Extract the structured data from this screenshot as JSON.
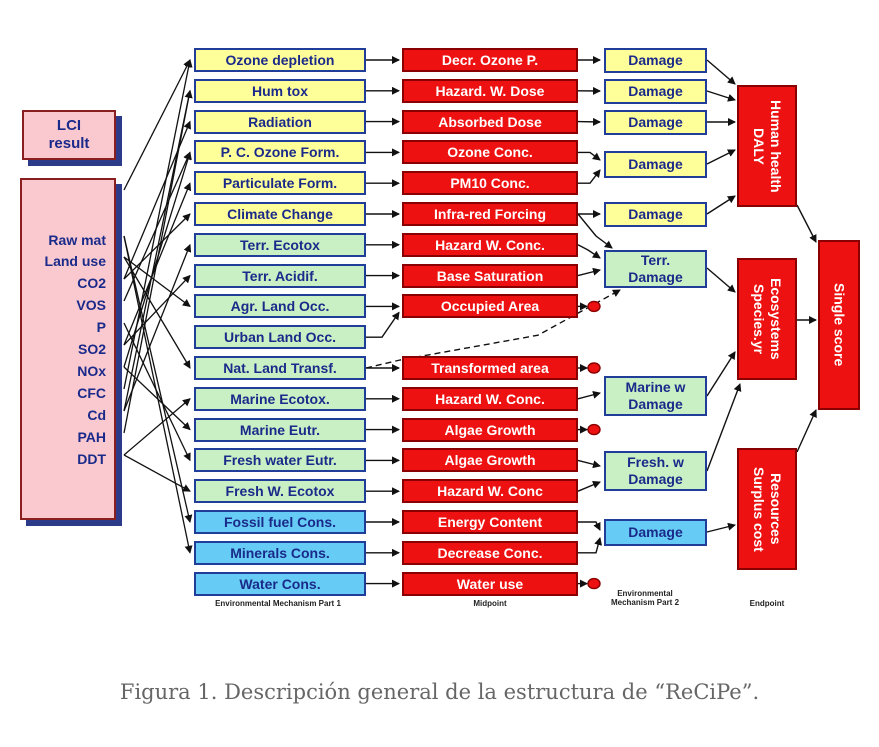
{
  "lci": {
    "line1": "LCI",
    "line2": "result"
  },
  "inventory": [
    "Raw mat",
    "Land use",
    "CO2",
    "VOS",
    "P",
    "SO2",
    "NOx",
    "CFC",
    "Cd",
    "PAH",
    "DDT"
  ],
  "mechanisms": [
    {
      "label": "Ozone depletion",
      "color": "#ffff99"
    },
    {
      "label": "Hum tox",
      "color": "#ffff99"
    },
    {
      "label": "Radiation",
      "color": "#ffff99"
    },
    {
      "label": "P. C. Ozone Form.",
      "color": "#ffff99"
    },
    {
      "label": "Particulate Form.",
      "color": "#ffff99"
    },
    {
      "label": "Climate Change",
      "color": "#ffff99"
    },
    {
      "label": "Terr. Ecotox",
      "color": "#c9f0c4"
    },
    {
      "label": "Terr. Acidif.",
      "color": "#c9f0c4"
    },
    {
      "label": "Agr. Land Occ.",
      "color": "#c9f0c4"
    },
    {
      "label": "Urban Land Occ.",
      "color": "#c9f0c4"
    },
    {
      "label": "Nat. Land Transf.",
      "color": "#c9f0c4"
    },
    {
      "label": "Marine Ecotox.",
      "color": "#c9f0c4"
    },
    {
      "label": "Marine Eutr.",
      "color": "#c9f0c4"
    },
    {
      "label": "Fresh water Eutr.",
      "color": "#c9f0c4"
    },
    {
      "label": "Fresh W. Ecotox",
      "color": "#c9f0c4"
    },
    {
      "label": "Fossil fuel Cons.",
      "color": "#66ccf5"
    },
    {
      "label": "Minerals Cons.",
      "color": "#66ccf5"
    },
    {
      "label": "Water Cons.",
      "color": "#66ccf5"
    }
  ],
  "midpoints": [
    "Decr. Ozone P.",
    "Hazard. W. Dose",
    "Absorbed Dose",
    "Ozone Conc.",
    "PM10 Conc.",
    "Infra-red Forcing",
    "Hazard W. Conc.",
    "Base Saturation",
    "Occupied Area",
    "Transformed area",
    "Hazard W. Conc.",
    "Algae Growth",
    "Algae Growth",
    "Hazard W. Conc",
    "Energy Content",
    "Decrease Conc.",
    "Water use"
  ],
  "damages": {
    "ozone": "Damage",
    "humtox": "Damage",
    "radiation": "Damage",
    "ozone_pm": "Damage",
    "climate": "Damage",
    "terr_line1": "Terr.",
    "terr_line2": "Damage",
    "marine_line1": "Marine w",
    "marine_line2": "Damage",
    "fresh_line1": "Fresh. w",
    "fresh_line2": "Damage",
    "resources": "Damage"
  },
  "endpoints": {
    "human_line1": "Human health",
    "human_line2": "DALY",
    "eco_line1": "Ecosystems",
    "eco_line2": "Species.yr",
    "res_line1": "Resources",
    "res_line2": "Surplus cost",
    "single": "Single score"
  },
  "footer": {
    "mech1": "Environmental Mechanism Part 1",
    "midpoint": "Midpoint",
    "mech2_line1": "Environmental",
    "mech2_line2": "Mechanism Part 2",
    "endpoint": "Endpoint"
  },
  "caption": "Figura 1. Descripción general de la estructura de “ReCiPe”.",
  "colors": {
    "yellow": "#ffff99",
    "green": "#c9f0c4",
    "blue": "#66ccf5",
    "red": "#ee1111",
    "pink": "#f9c9cf",
    "navy": "#1a2a8a"
  }
}
